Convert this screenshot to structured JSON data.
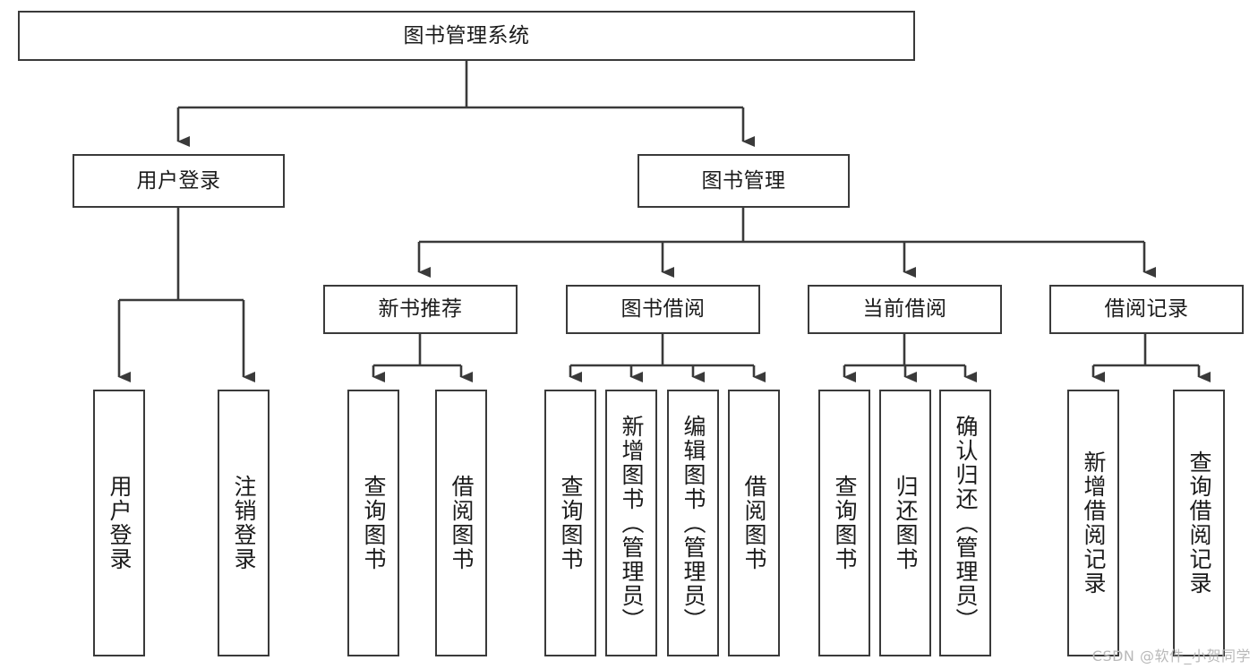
{
  "diagram": {
    "title": "图书管理系统",
    "watermark": "CSDN @软件_小贺同学",
    "colors": {
      "stroke": "#3a3a3a",
      "node_fill": "#ffffff",
      "text": "#1b1b1b",
      "watermark": "#b9b9b9",
      "background": "#ffffff"
    },
    "nodes": {
      "root": {
        "label": "图书管理系统"
      },
      "level1": [
        {
          "id": "user-login",
          "label": "用户登录"
        },
        {
          "id": "book-management",
          "label": "图书管理"
        }
      ],
      "level2": [
        {
          "id": "new-book-recommend",
          "label": "新书推荐"
        },
        {
          "id": "book-borrow",
          "label": "图书借阅"
        },
        {
          "id": "current-borrow",
          "label": "当前借阅"
        },
        {
          "id": "borrow-record",
          "label": "借阅记录"
        }
      ],
      "leaves": {
        "user-login": [
          {
            "id": "leaf-user-login",
            "label": "用户登录"
          },
          {
            "id": "leaf-logout-login",
            "label": "注销登录"
          }
        ],
        "new-book-recommend": [
          {
            "id": "leaf-query-book-1",
            "label": "查询图书"
          },
          {
            "id": "leaf-borrow-book-1",
            "label": "借阅图书"
          }
        ],
        "book-borrow": [
          {
            "id": "leaf-query-book-2",
            "label": "查询图书"
          },
          {
            "id": "leaf-add-book",
            "label": "新增图书（管理员）"
          },
          {
            "id": "leaf-edit-book",
            "label": "编辑图书（管理员）"
          },
          {
            "id": "leaf-borrow-book-2",
            "label": "借阅图书"
          }
        ],
        "current-borrow": [
          {
            "id": "leaf-query-book-3",
            "label": "查询图书"
          },
          {
            "id": "leaf-return-book",
            "label": "归还图书"
          },
          {
            "id": "leaf-confirm-return",
            "label": "确认归还（管理员）"
          }
        ],
        "borrow-record": [
          {
            "id": "leaf-add-record",
            "label": "新增借阅记录"
          },
          {
            "id": "leaf-query-record",
            "label": "查询借阅记录"
          }
        ]
      }
    }
  }
}
